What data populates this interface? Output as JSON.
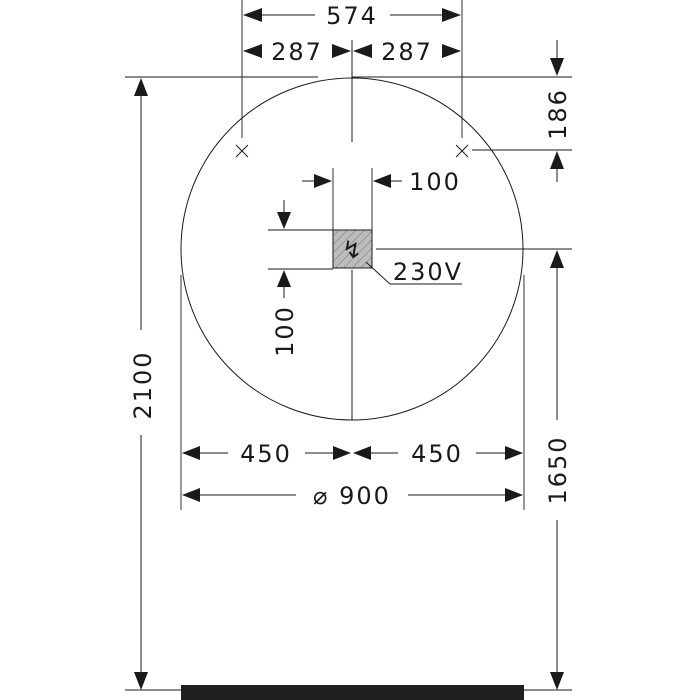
{
  "dimensions": {
    "mount_span": "574",
    "half_span_left": "287",
    "half_span_right": "287",
    "mount_height_offset": "186",
    "outlet_width": "100",
    "outlet_drop": "100",
    "total_height": "2100",
    "outlet_height": "1650",
    "half_width_left": "450",
    "half_width_right": "450",
    "diameter": "⌀ 900"
  },
  "outlet": {
    "voltage": "230V",
    "symbol": "↯"
  },
  "colors": {
    "line": "#1a1a1a",
    "outlet_fill": "#bdbdbd",
    "floor": "#1f1f1f"
  }
}
